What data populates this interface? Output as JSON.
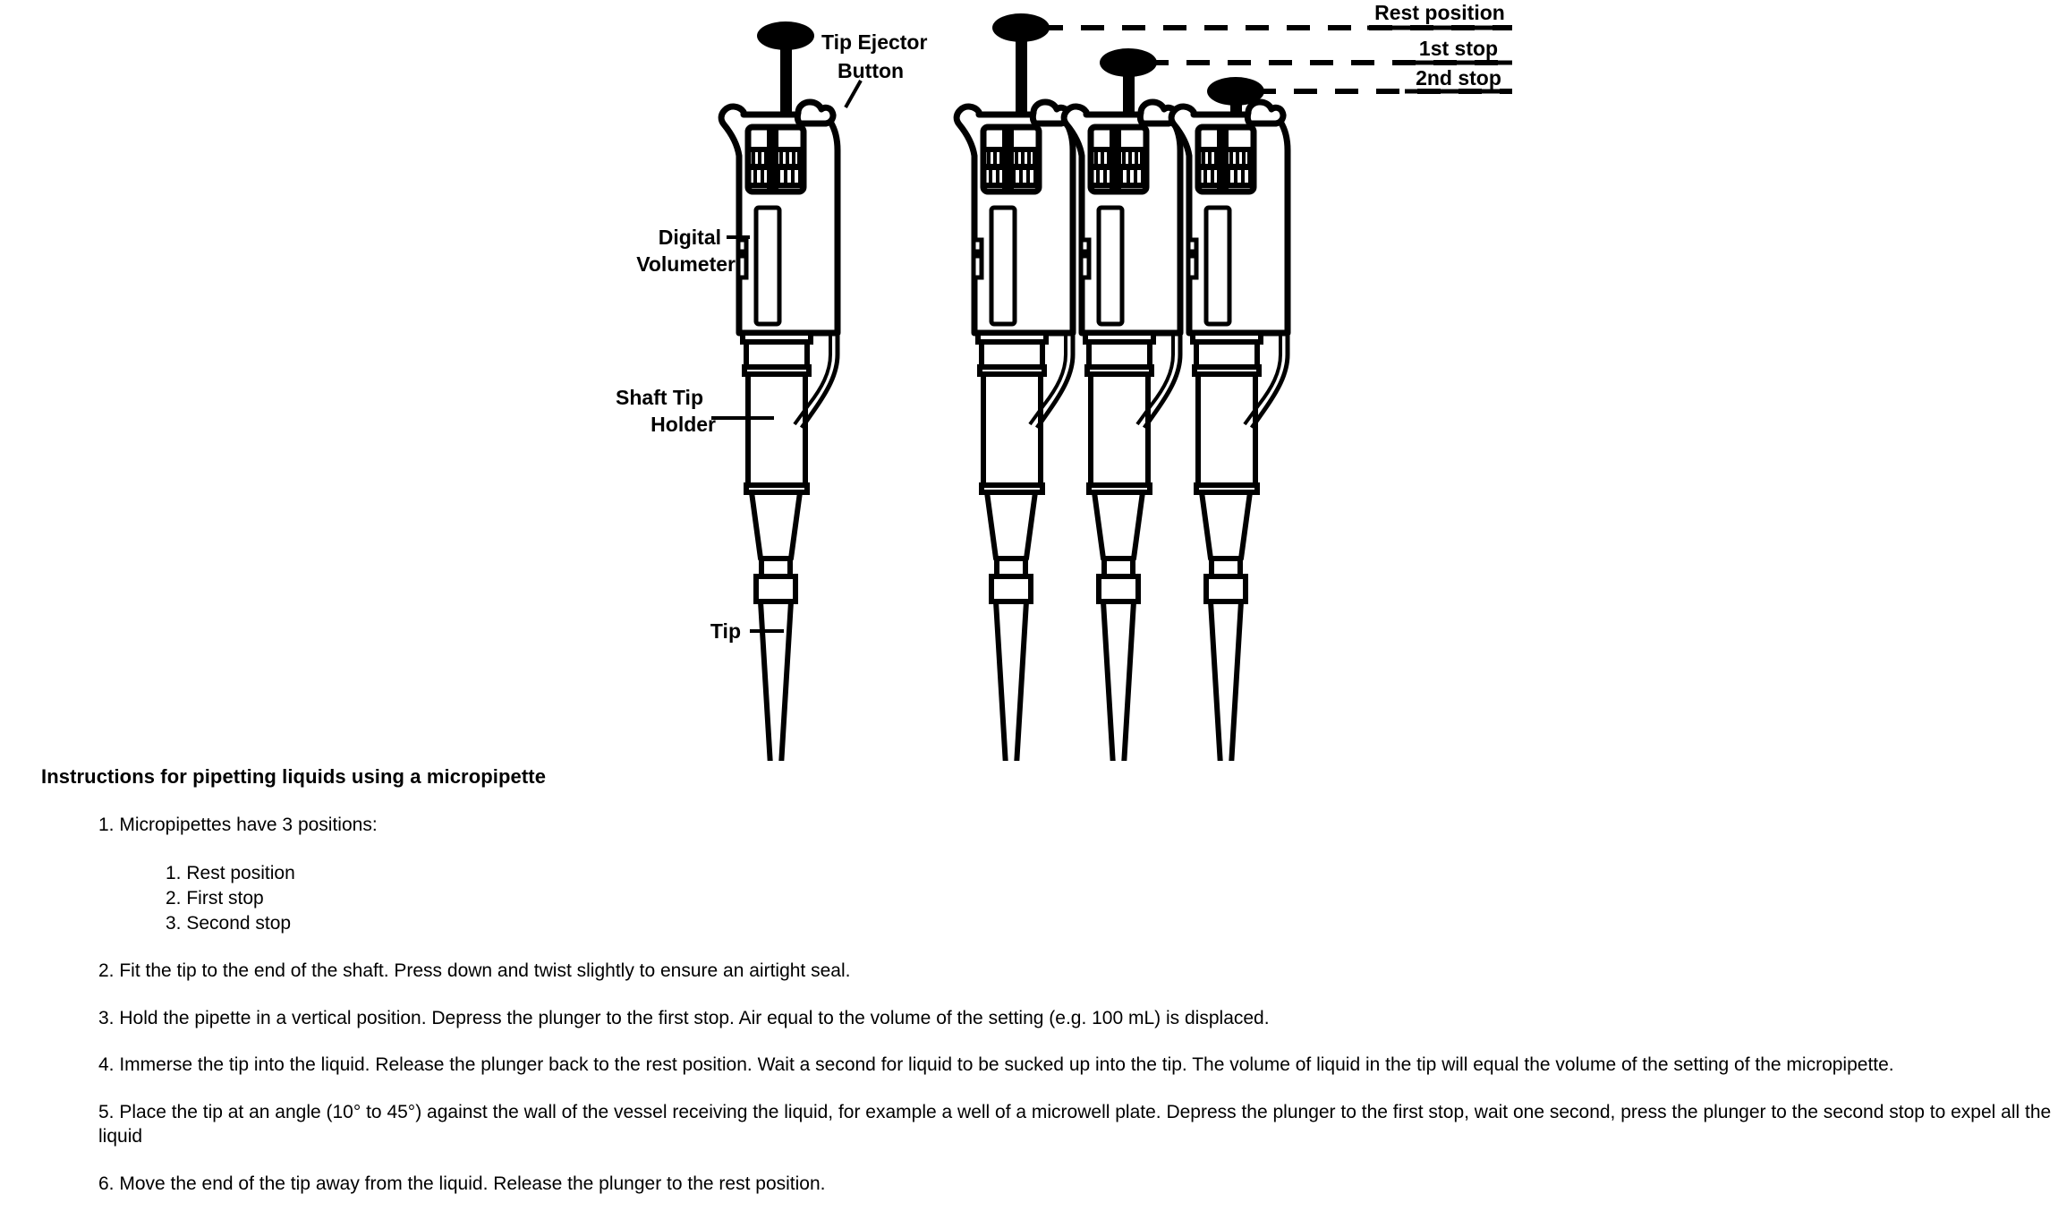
{
  "figure": {
    "title": "micropipette-positions-diagram",
    "callouts": [
      {
        "id": "tip-ejector-button",
        "label_line1": "Tip Ejector",
        "label_line2": "Button"
      },
      {
        "id": "digital-volumeter",
        "label_line1": "Digital",
        "label_line2": "Volumeter"
      },
      {
        "id": "shaft-tip-holder",
        "label_line1": "Shaft Tip",
        "label_line2": "Holder"
      },
      {
        "id": "tip",
        "label_line1": "Tip",
        "label_line2": ""
      }
    ],
    "position_labels": [
      {
        "id": "rest-position",
        "text": "Rest position"
      },
      {
        "id": "first-stop",
        "text": "1st stop"
      },
      {
        "id": "second-stop",
        "text": "2nd stop"
      }
    ],
    "pipettes": [
      {
        "id": "pipette-1",
        "state": "labeled-reference"
      },
      {
        "id": "pipette-2",
        "state": "rest-position"
      },
      {
        "id": "pipette-3",
        "state": "1st-stop"
      },
      {
        "id": "pipette-4",
        "state": "2nd-stop"
      }
    ],
    "colors": {
      "ink": "#000000",
      "paper": "#ffffff"
    }
  },
  "document": {
    "title": "Instructions for pipetting liquids using a micropipette",
    "steps": [
      {
        "number": "1.",
        "text": "1. Micropipettes have 3 positions:",
        "substeps": [
          "1. Rest position",
          "2. First stop",
          "3. Second stop"
        ]
      },
      {
        "number": "2.",
        "text": "2. Fit the tip to the end of the shaft. Press down and twist slightly to ensure an airtight seal."
      },
      {
        "number": "3.",
        "text": "3. Hold the pipette in a vertical position. Depress the plunger to the first stop. Air equal to the volume of the setting (e.g. 100 mL) is displaced."
      },
      {
        "number": "4.",
        "text": "4. Immerse the tip into the liquid. Release the plunger back to the rest position. Wait a second for liquid to be sucked up into the tip. The volume of liquid in the tip will equal the volume of the setting of the micropipette."
      },
      {
        "number": "5.",
        "text": "5. Place the tip at an angle (10° to 45°) against the wall of the vessel receiving the liquid, for example a well of a microwell plate. Depress the plunger to the first stop, wait one second, press the plunger to the second stop to expel all the liquid"
      },
      {
        "number": "6.",
        "text": "6. Move the end of the tip away from the liquid. Release the plunger to the rest position."
      }
    ]
  }
}
